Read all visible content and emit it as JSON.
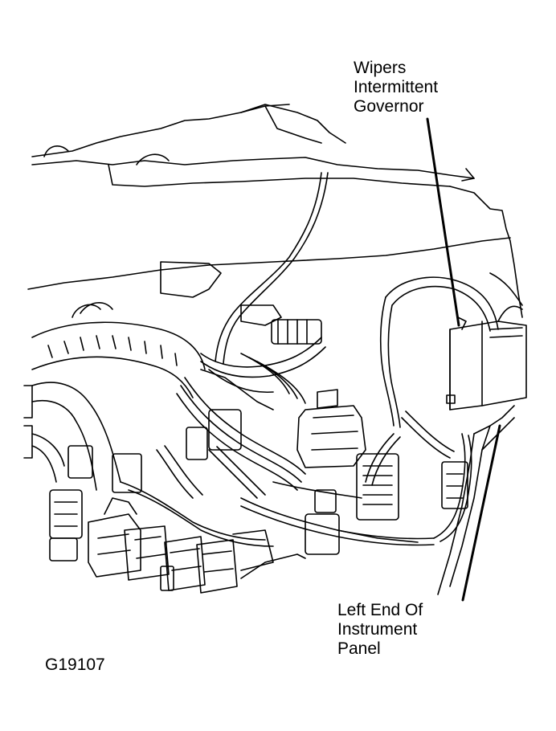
{
  "callouts": {
    "wipers_governor": {
      "lines": [
        "Wipers",
        "Intermittent",
        "Governor"
      ]
    },
    "instrument_panel": {
      "lines": [
        "Left End Of",
        "Instrument",
        "Panel"
      ]
    }
  },
  "figure_id": "G19107",
  "colors": {
    "ink": "#000000",
    "paper": "#ffffff"
  }
}
